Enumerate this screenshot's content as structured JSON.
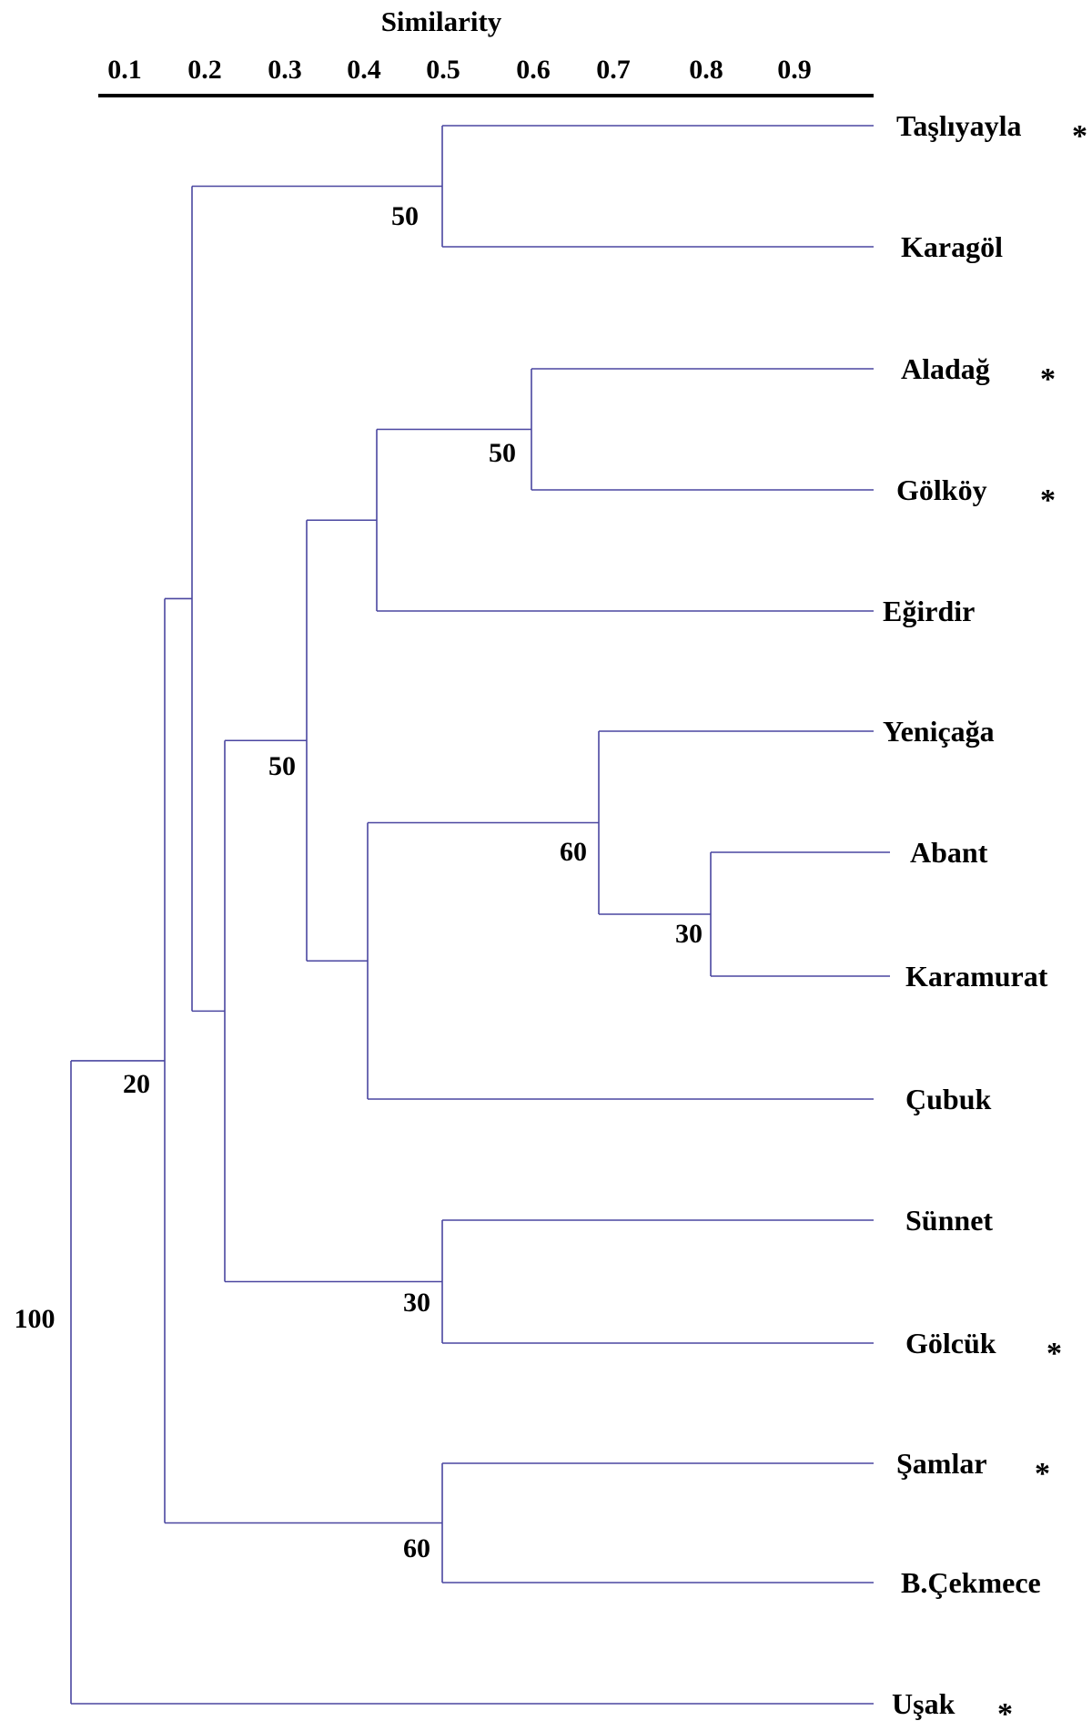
{
  "axis": {
    "title": "Similarity",
    "ticks": [
      "0.1",
      "0.2",
      "0.3",
      "0.4",
      "0.5",
      "0.6",
      "0.7",
      "0.8",
      "0.9"
    ]
  },
  "colors": {
    "branch": "#4a46a0",
    "text": "#000000"
  },
  "leaves": [
    {
      "label": "Taşlıyayla",
      "marker": "*"
    },
    {
      "label": "Karagöl",
      "marker": ""
    },
    {
      "label": "Aladağ",
      "marker": "*"
    },
    {
      "label": "Gölköy",
      "marker": "*"
    },
    {
      "label": "Eğirdir",
      "marker": ""
    },
    {
      "label": "Yeniçağa",
      "marker": ""
    },
    {
      "label": "Abant",
      "marker": ""
    },
    {
      "label": "Karamurat",
      "marker": ""
    },
    {
      "label": "Çubuk",
      "marker": ""
    },
    {
      "label": "Sünnet",
      "marker": ""
    },
    {
      "label": "Gölcük",
      "marker": "*"
    },
    {
      "label": "Şamlar",
      "marker": "*"
    },
    {
      "label": "B.Çekmece",
      "marker": ""
    },
    {
      "label": "Uşak",
      "marker": "*"
    }
  ],
  "nodes": [
    {
      "id": "n1",
      "children": [
        0,
        1
      ],
      "support": "50"
    },
    {
      "id": "n2",
      "children": [
        2,
        3
      ],
      "support": "50"
    },
    {
      "id": "n3",
      "children": [
        "n2",
        4
      ],
      "support": ""
    },
    {
      "id": "n4",
      "children": [
        6,
        7
      ],
      "support": "30"
    },
    {
      "id": "n5",
      "children": [
        5,
        "n4"
      ],
      "support": "60"
    },
    {
      "id": "n6",
      "children": [
        "n5",
        8
      ],
      "support": ""
    },
    {
      "id": "n7",
      "children": [
        "n3",
        "n6"
      ],
      "support": "50"
    },
    {
      "id": "n8",
      "children": [
        9,
        10
      ],
      "support": "30"
    },
    {
      "id": "n9",
      "children": [
        "n7",
        "n8"
      ],
      "support": ""
    },
    {
      "id": "n10",
      "children": [
        "n1",
        "n9"
      ],
      "support": ""
    },
    {
      "id": "n11",
      "children": [
        11,
        12
      ],
      "support": "60"
    },
    {
      "id": "n12",
      "children": [
        "n10",
        "n11"
      ],
      "support": "20"
    },
    {
      "id": "n13",
      "children": [
        "n12",
        13
      ],
      "support": "100"
    }
  ]
}
